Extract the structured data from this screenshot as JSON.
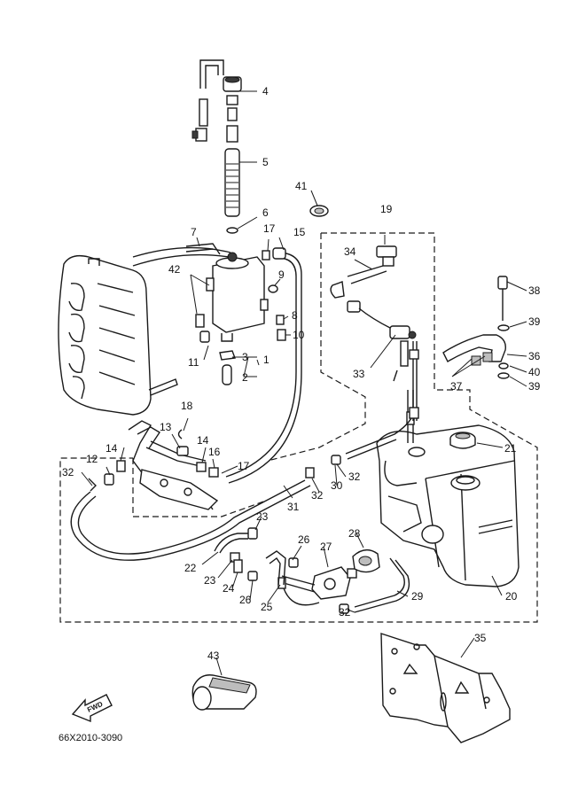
{
  "drawing_code": "66X2010-3090",
  "fwd_label": "FWD",
  "callouts": {
    "c1": "1",
    "c2": "2",
    "c3": "3",
    "c4": "4",
    "c5": "5",
    "c6": "6",
    "c7": "7",
    "c8": "8",
    "c9": "9",
    "c10": "10",
    "c11": "11",
    "c12": "12",
    "c13": "13",
    "c14a": "14",
    "c14b": "14",
    "c15": "15",
    "c16": "16",
    "c17a": "17",
    "c17b": "17",
    "c18": "18",
    "c19": "19",
    "c20": "20",
    "c21": "21",
    "c22": "22",
    "c23a": "23",
    "c23b": "23",
    "c24": "24",
    "c25": "25",
    "c26a": "26",
    "c26b": "26",
    "c27": "27",
    "c28": "28",
    "c29": "29",
    "c30": "30",
    "c31": "31",
    "c32a": "32",
    "c32b": "32",
    "c32c": "32",
    "c32d": "32",
    "c33": "33",
    "c34": "34",
    "c35": "35",
    "c36": "36",
    "c37": "37",
    "c38": "38",
    "c39a": "39",
    "c39b": "39",
    "c40": "40",
    "c41": "41",
    "c42": "42",
    "c43": "43"
  }
}
